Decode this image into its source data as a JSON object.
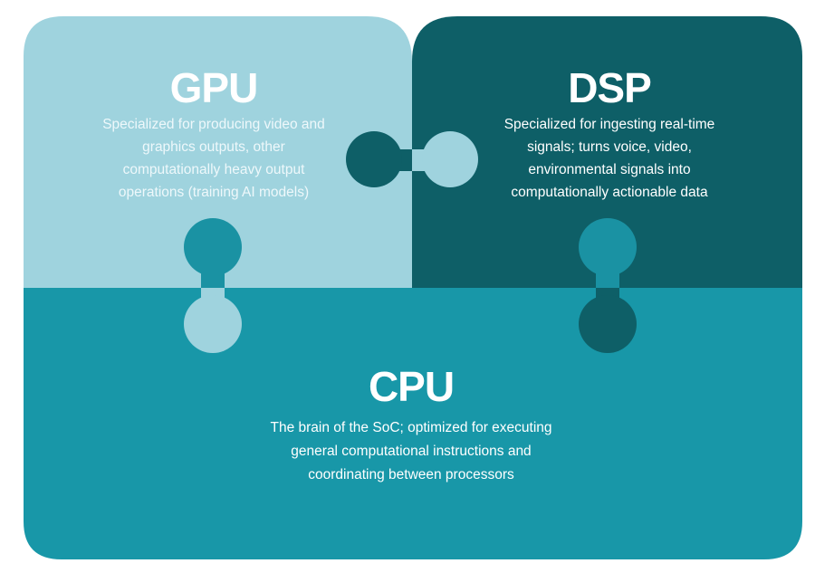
{
  "colors": {
    "gpu": "#9fd3de",
    "dsp": "#0e5f67",
    "cpu": "#1897a8",
    "cpu_knob": "#1a92a3",
    "text": "#ffffff"
  },
  "pieces": {
    "gpu": {
      "title": "GPU",
      "description_lines": [
        "Specialized for producing video and",
        "graphics outputs, other",
        "computationally heavy output",
        "operations (training AI models)"
      ]
    },
    "dsp": {
      "title": "DSP",
      "description_lines": [
        "Specialized for ingesting real-time",
        "signals; turns voice, video,",
        "environmental signals into",
        "computationally actionable data"
      ]
    },
    "cpu": {
      "title": "CPU",
      "description_lines": [
        "The brain of the SoC; optimized for executing",
        "general computational instructions and",
        "coordinating between processors"
      ]
    }
  }
}
